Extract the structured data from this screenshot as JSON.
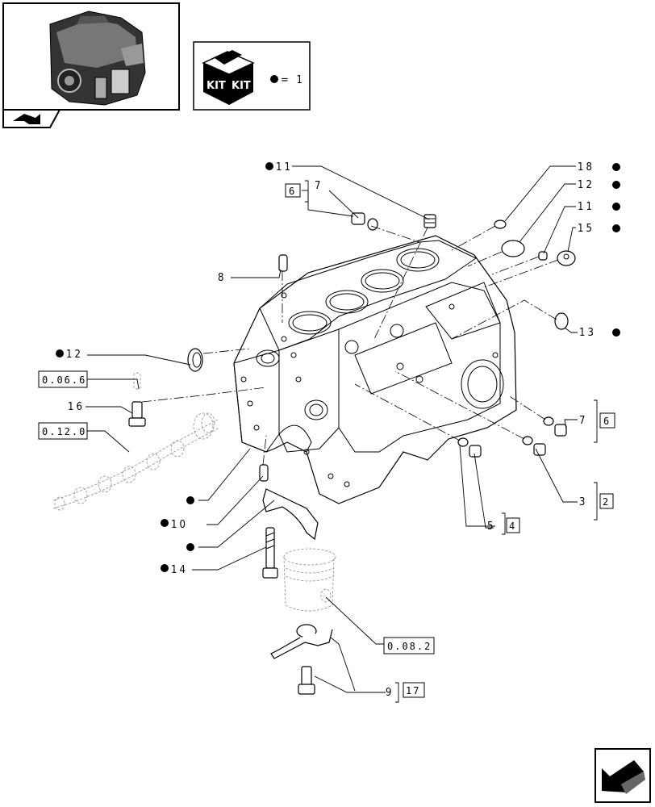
{
  "kit_legend": {
    "box_text_1": "KIT",
    "box_text_2": "KIT",
    "equals_value": "= 1"
  },
  "callouts": {
    "c11_top": "11",
    "c6_left": "6",
    "c7_left": "7",
    "c8": "8",
    "c12_left": "12",
    "ref_0_06_6": "0.06.6",
    "c16": "16",
    "ref_0_12_0": "0.12.0",
    "c10": "10",
    "c14": "14",
    "ref_0_08_2": "0.08.2",
    "c9": "9",
    "c17": "17",
    "c18": "18",
    "c12_right": "12",
    "c11_right": "11",
    "c15": "15",
    "c13": "13",
    "c7_right": "7",
    "c6_right": "6",
    "c3": "3",
    "c2": "2",
    "c5": "5",
    "c4": "4"
  },
  "icons": [
    "engine-thumbnail",
    "kit-box-icon",
    "nav-back-arrow-icon",
    "next-page-arrow-icon",
    "bullet-dot-icon"
  ],
  "colors": {
    "ink": "#000000",
    "paper": "#ffffff",
    "ghost": "#999999"
  }
}
